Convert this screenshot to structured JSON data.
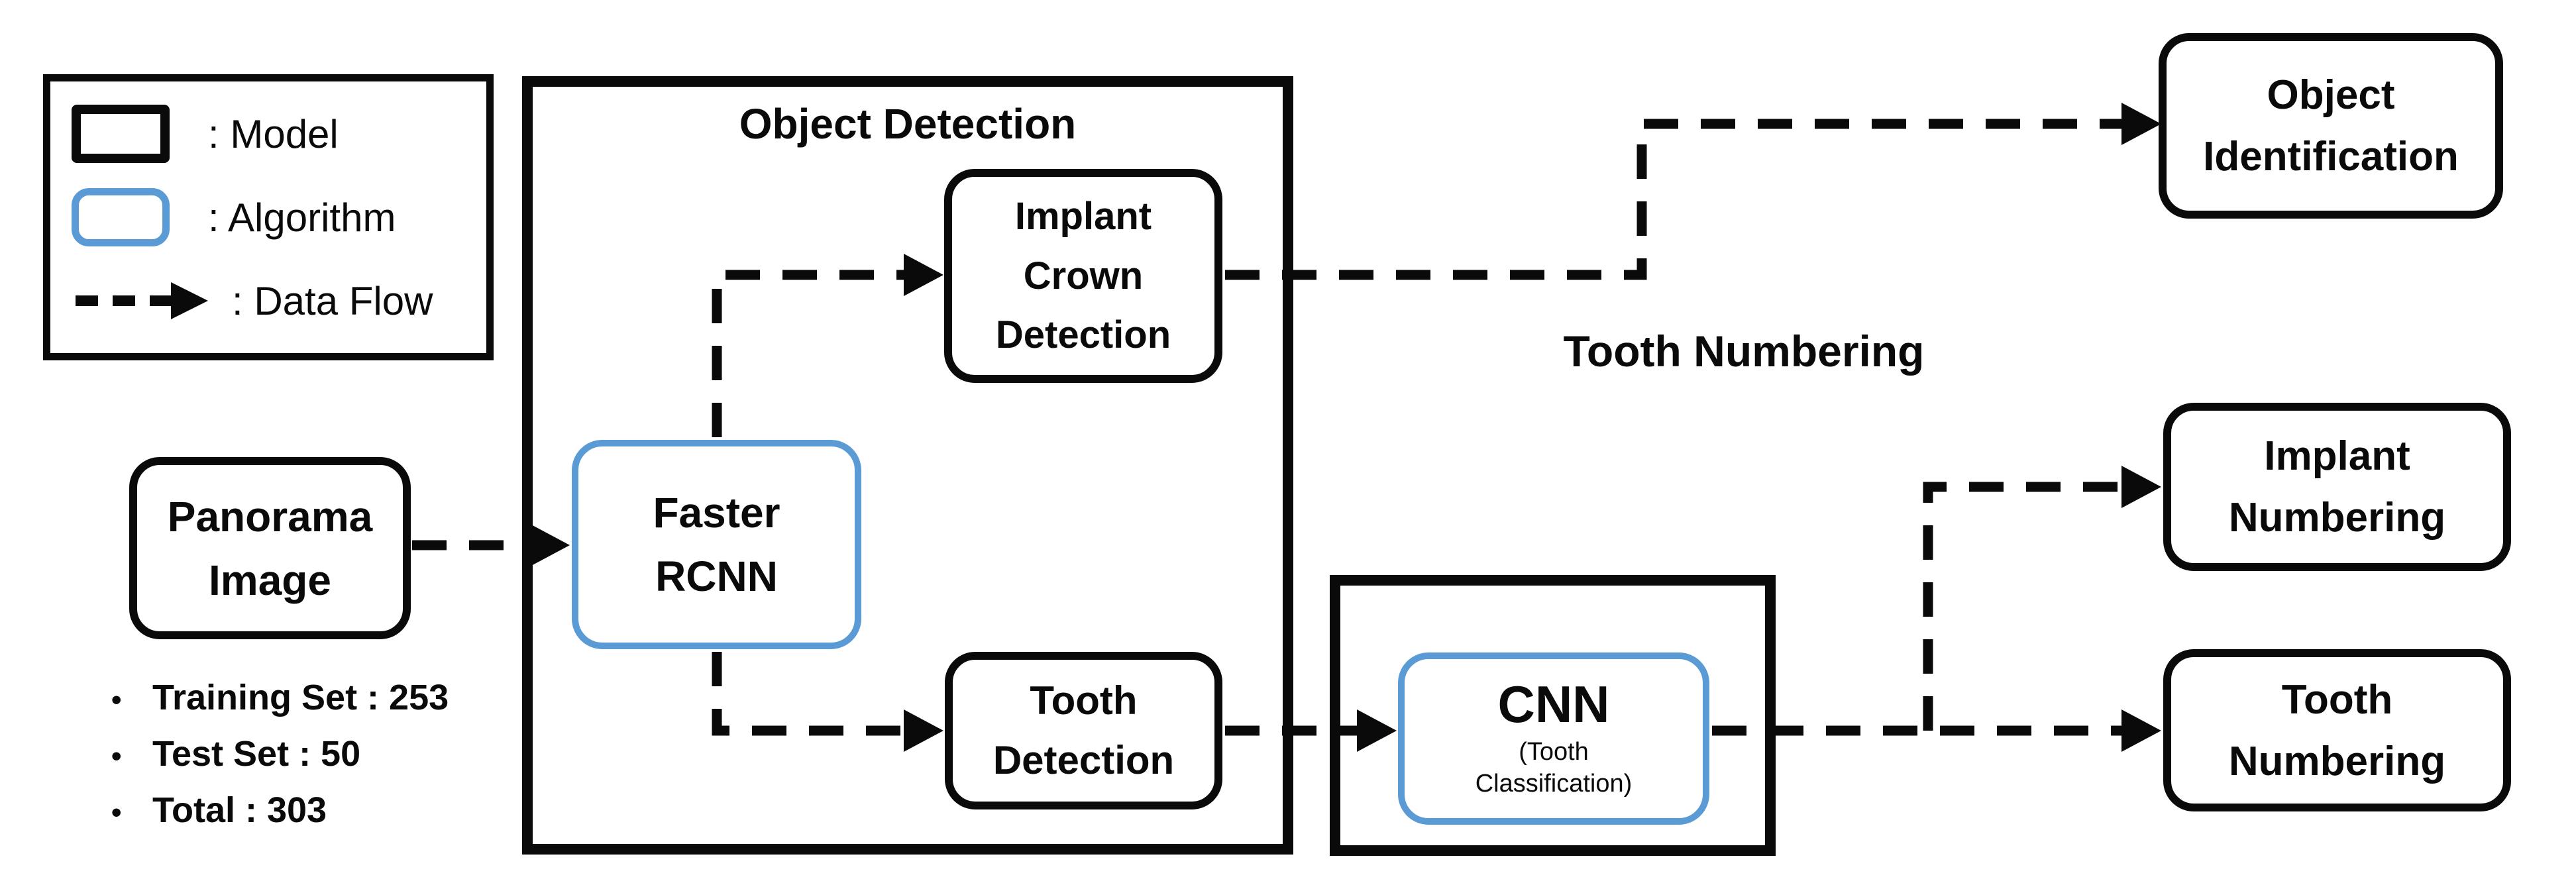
{
  "legend": {
    "model_label": ": Model",
    "algorithm_label": ": Algorithm",
    "data_flow_label": ": Data Flow"
  },
  "dataset_notes": {
    "bullet": "•",
    "items": [
      "Training Set : 253",
      "Test Set : 50",
      "Total : 303"
    ]
  },
  "groups": {
    "object_detection_title": "Object Detection",
    "tooth_numbering_stage_label": "Tooth Numbering"
  },
  "nodes": {
    "panorama_image": "Panorama\nImage",
    "faster_rcnn": "Faster\nRCNN",
    "implant_crown_detection": "Implant\nCrown\nDetection",
    "tooth_detection": "Tooth\nDetection",
    "cnn_title": "CNN",
    "cnn_subtitle": "(Tooth\nClassification)",
    "object_identification": "Object\nIdentification",
    "implant_numbering": "Implant\nNumbering",
    "tooth_numbering": "Tooth\nNumbering"
  },
  "colors": {
    "background": "#ffffff",
    "model_border": "#0a0a0a",
    "algorithm_border": "#5b9bd5",
    "data_flow": "#0a0a0a"
  }
}
